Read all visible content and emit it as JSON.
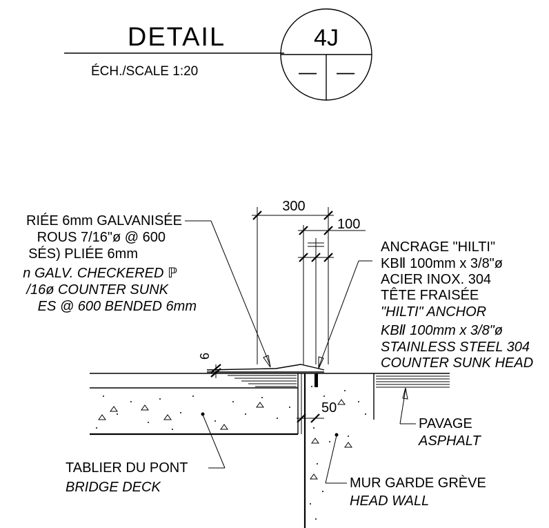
{
  "header": {
    "title": "DETAIL",
    "detail_number": "4J",
    "sheet_left": "—",
    "sheet_right": "—",
    "scale": "ÉCH./SCALE  1:20"
  },
  "dimensions": {
    "d300": "300",
    "d100": "100",
    "d6": "6",
    "d50": "50"
  },
  "labels": {
    "plate_fr": [
      "RIÉE 6mm GALVANISÉE",
      "ROUS 7/16\"ø @ 600",
      "SÉS) PLIÉE 6mm"
    ],
    "plate_en": [
      "n GALV. CHECKERED ℙ",
      "/16ø COUNTER SUNK",
      "ES @ 600 BENDED 6mm"
    ],
    "anchor_fr": [
      "ANCRAGE \"HILTI\"",
      "KBⅡ 100mm x 3/8\"ø",
      "ACIER INOX. 304",
      "TÊTE FRAISÉE"
    ],
    "anchor_en": [
      "\"HILTI\"  ANCHOR",
      "KBⅡ 100mm x 3/8\"ø",
      "STAINLESS STEEL 304",
      "COUNTER SUNK HEAD"
    ],
    "paving_fr": "PAVAGE",
    "paving_en": "ASPHALT",
    "deck_fr": "TABLIER DU PONT",
    "deck_en": "BRIDGE DECK",
    "wall_fr": "MUR GARDE GRÈVE",
    "wall_en": "HEAD WALL"
  }
}
